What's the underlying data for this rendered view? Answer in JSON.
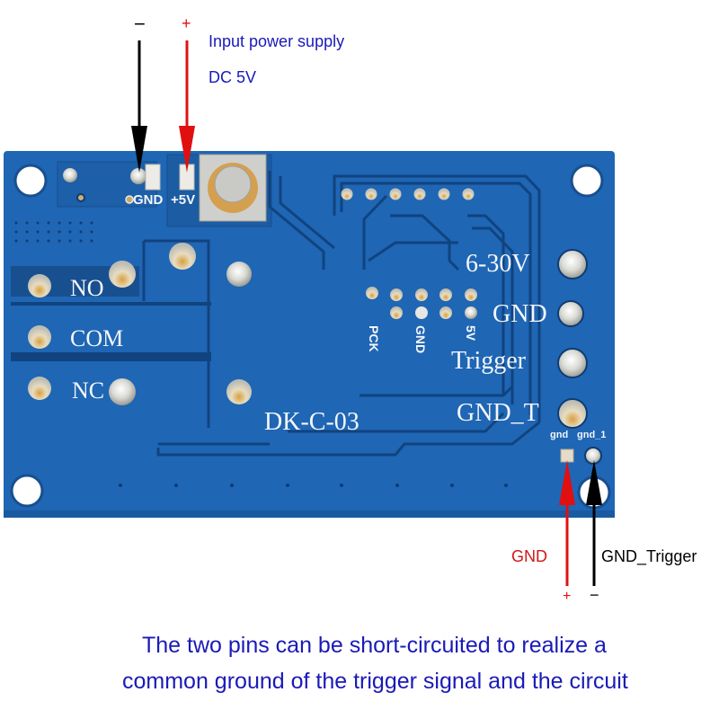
{
  "top_annotation": {
    "minus_sign": "−",
    "plus_sign": "+",
    "title": "Input power supply",
    "voltage": "DC 5V"
  },
  "board": {
    "model": "DK-C-03",
    "pcb_color": "#1f66b4",
    "pcb_dark": "#11437f",
    "power_pins": {
      "gnd": "GND",
      "vcc": "+5V"
    },
    "relay_terminals": [
      "NO",
      "COM",
      "NC"
    ],
    "right_terminals": [
      "6-30V",
      "GND",
      "Trigger",
      "GND_T"
    ],
    "header_labels": [
      "PCK",
      "GND",
      "5V"
    ],
    "jumper_pads": [
      "gnd",
      "gnd_1"
    ]
  },
  "bottom_annotation": {
    "gnd_label": "GND",
    "gnd_trigger_label": "GND_Trigger",
    "plus_sign": "+",
    "minus_sign": "−",
    "note_line1": "The two pins can be short-circuited to realize a",
    "note_line2": "common ground of the trigger signal and the circuit"
  },
  "colors": {
    "annotation_blue": "#1a1ab8",
    "arrow_red": "#e01010",
    "arrow_black": "#000000",
    "gnd_label_red": "#d01818"
  }
}
